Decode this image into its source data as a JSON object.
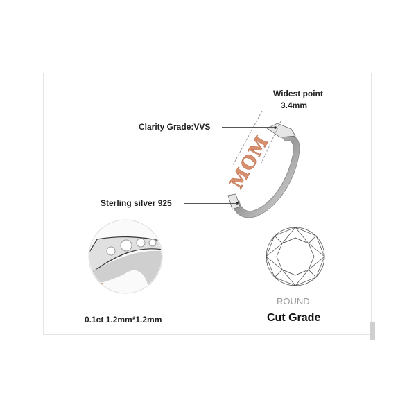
{
  "labels": {
    "widest_point": "Widest point",
    "widest_value": "3.4mm",
    "clarity": "Clarity Grade:VVS",
    "material": "Sterling silver 925",
    "stone_size": "0.1ct 1.2mm*1.2mm",
    "cut_shape": "ROUND",
    "cut_grade": "Cut Grade"
  },
  "ring_text": "MOM",
  "colors": {
    "rose_gold": "#d9906e",
    "silver": "#c8c8c8",
    "text": "#222222",
    "round_text": "#999999"
  }
}
